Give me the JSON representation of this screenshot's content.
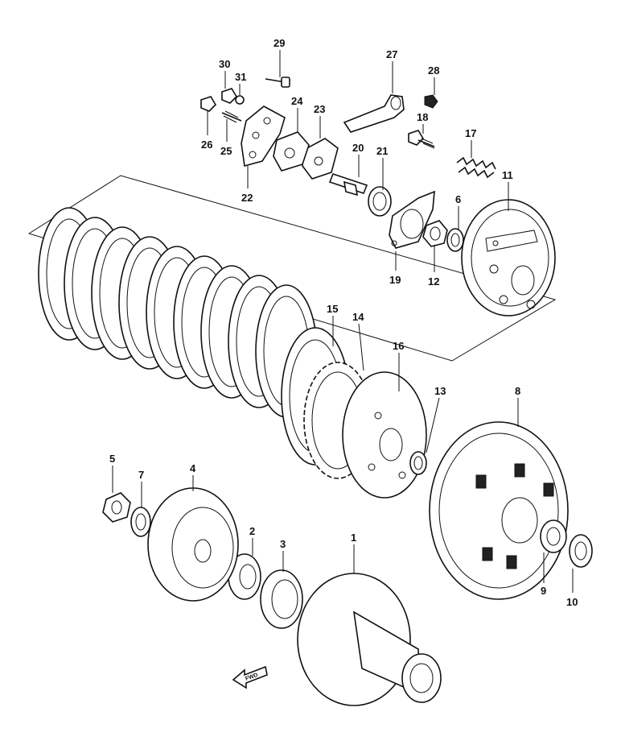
{
  "diagram": {
    "ink_color": "#111111",
    "paper_color": "#ffffff",
    "part_labels": [
      "1",
      "2",
      "3",
      "4",
      "5",
      "6",
      "7",
      "8",
      "9",
      "10",
      "11",
      "12",
      "13",
      "14",
      "15",
      "16",
      "17",
      "18",
      "19",
      "20",
      "21",
      "22",
      "23",
      "24",
      "25",
      "26",
      "27",
      "28",
      "29",
      "30",
      "31"
    ],
    "direction_marker_text": "FWD"
  }
}
